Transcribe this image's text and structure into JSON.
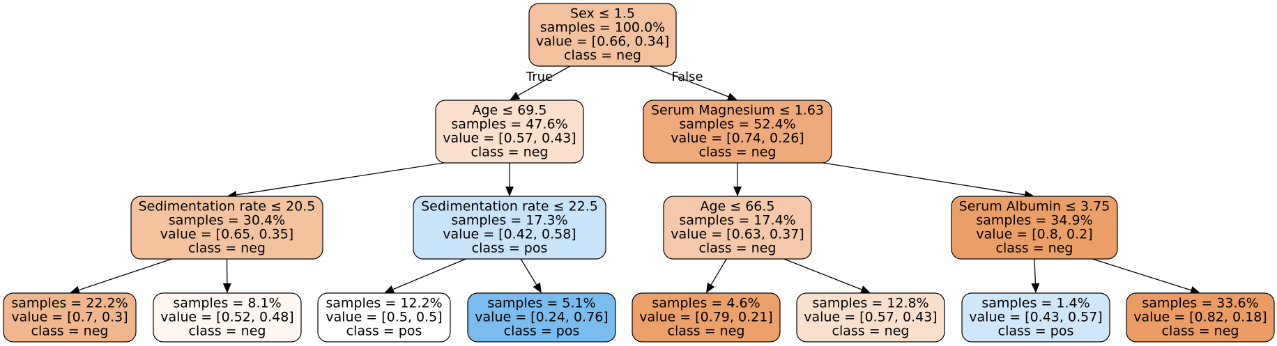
{
  "tree": {
    "nodes": [
      {
        "id": "root",
        "lines": [
          "Sex ≤ 1.5",
          "samples = 100.0%",
          "value = [0.66, 0.34]",
          "class = neg"
        ],
        "fill": "#f3c19d"
      },
      {
        "id": "age-69-5",
        "lines": [
          "Age ≤ 69.5",
          "samples = 47.6%",
          "value = [0.57, 0.43]",
          "class = neg"
        ],
        "fill": "#fae0cd"
      },
      {
        "id": "serum-magnesium",
        "lines": [
          "Serum Magnesium ≤ 1.63",
          "samples = 52.4%",
          "value = [0.74, 0.26]",
          "class = neg"
        ],
        "fill": "#eeaa7a"
      },
      {
        "id": "sed-rate-20-5",
        "lines": [
          "Sedimentation rate ≤ 20.5",
          "samples = 30.4%",
          "value = [0.65, 0.35]",
          "class = neg"
        ],
        "fill": "#f3c3a0"
      },
      {
        "id": "sed-rate-22-5",
        "lines": [
          "Sedimentation rate ≤ 22.5",
          "samples = 17.3%",
          "value = [0.42, 0.58]",
          "class = pos"
        ],
        "fill": "#c9e3f8"
      },
      {
        "id": "age-66-5",
        "lines": [
          "Age ≤ 66.5",
          "samples = 17.4%",
          "value = [0.63, 0.37]",
          "class = neg"
        ],
        "fill": "#f4c8a9"
      },
      {
        "id": "serum-albumin",
        "lines": [
          "Serum Albumin ≤ 3.75",
          "samples = 34.9%",
          "value = [0.8, 0.2]",
          "class = neg"
        ],
        "fill": "#eb9f68"
      },
      {
        "id": "leaf-1",
        "lines": [
          "samples = 22.2%",
          "value = [0.7, 0.3]",
          "class = neg"
        ],
        "fill": "#f0b68d"
      },
      {
        "id": "leaf-2",
        "lines": [
          "samples = 8.1%",
          "value = [0.52, 0.48]",
          "class = neg"
        ],
        "fill": "#fdf6f1"
      },
      {
        "id": "leaf-3",
        "lines": [
          "samples = 12.2%",
          "value = [0.5, 0.5]",
          "class = pos"
        ],
        "fill": "#ffffff"
      },
      {
        "id": "leaf-4",
        "lines": [
          "samples = 5.1%",
          "value = [0.24, 0.76]",
          "class = pos"
        ],
        "fill": "#79bced"
      },
      {
        "id": "leaf-5",
        "lines": [
          "samples = 4.6%",
          "value = [0.79, 0.21]",
          "class = neg"
        ],
        "fill": "#eca06a"
      },
      {
        "id": "leaf-6",
        "lines": [
          "samples = 12.8%",
          "value = [0.57, 0.43]",
          "class = neg"
        ],
        "fill": "#f9e0cd"
      },
      {
        "id": "leaf-7",
        "lines": [
          "samples = 1.4%",
          "value = [0.43, 0.57]",
          "class = pos"
        ],
        "fill": "#cfe7f9"
      },
      {
        "id": "leaf-8",
        "lines": [
          "samples = 33.6%",
          "value = [0.82, 0.18]",
          "class = neg"
        ],
        "fill": "#eb9c64"
      }
    ],
    "edges": [
      {
        "from": "root",
        "to": "age-69-5",
        "label": "True"
      },
      {
        "from": "root",
        "to": "serum-magnesium",
        "label": "False"
      },
      {
        "from": "age-69-5",
        "to": "sed-rate-20-5",
        "label": ""
      },
      {
        "from": "age-69-5",
        "to": "sed-rate-22-5",
        "label": ""
      },
      {
        "from": "serum-magnesium",
        "to": "age-66-5",
        "label": ""
      },
      {
        "from": "serum-magnesium",
        "to": "serum-albumin",
        "label": ""
      },
      {
        "from": "sed-rate-20-5",
        "to": "leaf-1",
        "label": ""
      },
      {
        "from": "sed-rate-20-5",
        "to": "leaf-2",
        "label": ""
      },
      {
        "from": "sed-rate-22-5",
        "to": "leaf-3",
        "label": ""
      },
      {
        "from": "sed-rate-22-5",
        "to": "leaf-4",
        "label": ""
      },
      {
        "from": "age-66-5",
        "to": "leaf-5",
        "label": ""
      },
      {
        "from": "age-66-5",
        "to": "leaf-6",
        "label": ""
      },
      {
        "from": "serum-albumin",
        "to": "leaf-7",
        "label": ""
      },
      {
        "from": "serum-albumin",
        "to": "leaf-8",
        "label": ""
      }
    ]
  }
}
